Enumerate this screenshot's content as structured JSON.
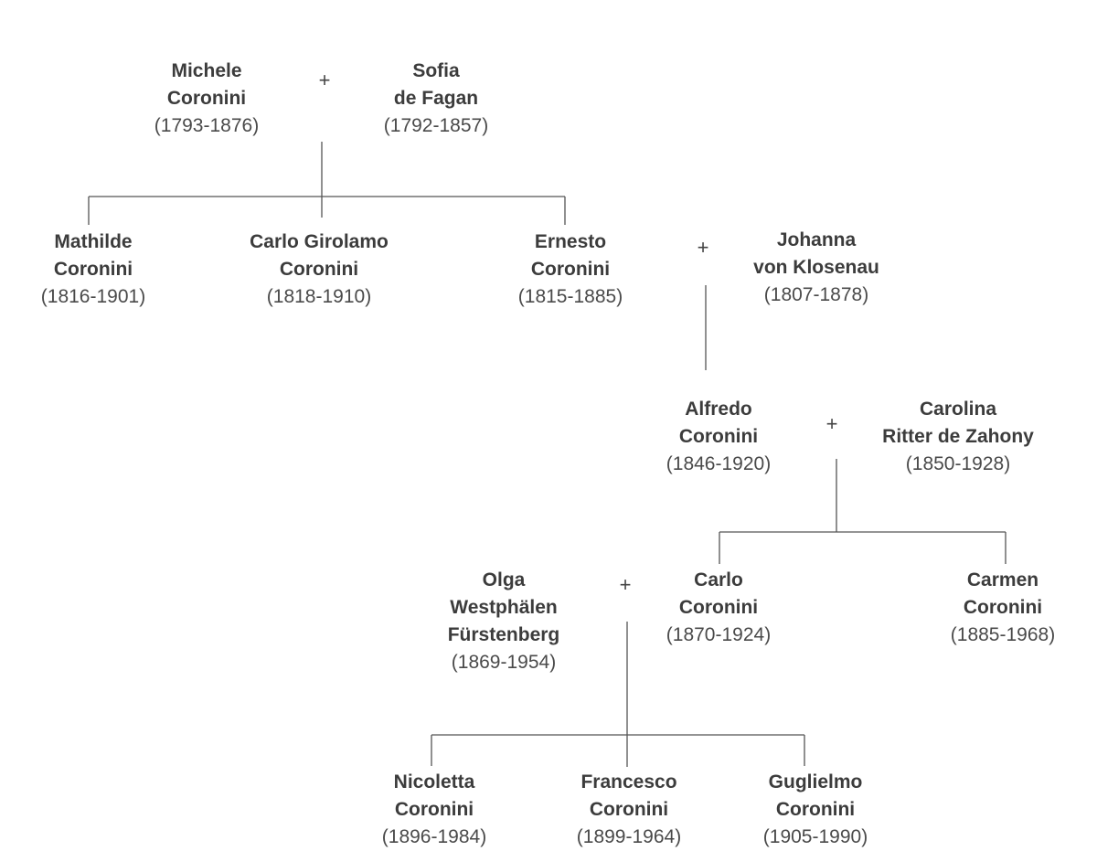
{
  "people": {
    "michele": {
      "name": [
        "Michele",
        "Coronini"
      ],
      "dates": "(1793-1876)"
    },
    "sofia": {
      "name": [
        "Sofia",
        "de Fagan"
      ],
      "dates": "(1792-1857)"
    },
    "mathilde": {
      "name": [
        "Mathilde",
        "Coronini"
      ],
      "dates": "(1816-1901)"
    },
    "carlo_girolamo": {
      "name": [
        "Carlo Girolamo",
        "Coronini"
      ],
      "dates": "(1818-1910)"
    },
    "ernesto": {
      "name": [
        "Ernesto",
        "Coronini"
      ],
      "dates": "(1815-1885)"
    },
    "johanna": {
      "name": [
        "Johanna",
        "von Klosenau"
      ],
      "dates": "(1807-1878)"
    },
    "alfredo": {
      "name": [
        "Alfredo",
        "Coronini"
      ],
      "dates": "(1846-1920)"
    },
    "carolina": {
      "name": [
        "Carolina",
        "Ritter de Zahony"
      ],
      "dates": "(1850-1928)"
    },
    "olga": {
      "name": [
        "Olga",
        "Westphälen",
        "Fürstenberg"
      ],
      "dates": "(1869-1954)"
    },
    "carlo": {
      "name": [
        "Carlo",
        "Coronini"
      ],
      "dates": "(1870-1924)"
    },
    "carmen": {
      "name": [
        "Carmen",
        "Coronini"
      ],
      "dates": "(1885-1968)"
    },
    "nicoletta": {
      "name": [
        "Nicoletta",
        "Coronini"
      ],
      "dates": "(1896-1984)"
    },
    "francesco": {
      "name": [
        "Francesco",
        "Coronini"
      ],
      "dates": "(1899-1964)"
    },
    "guglielmo": {
      "name": [
        "Guglielmo",
        "Coronini"
      ],
      "dates": "(1905-1990)"
    }
  },
  "marriage_symbol": "+",
  "colors": {
    "text": "#404040",
    "line": "#555555",
    "background": "#ffffff"
  }
}
